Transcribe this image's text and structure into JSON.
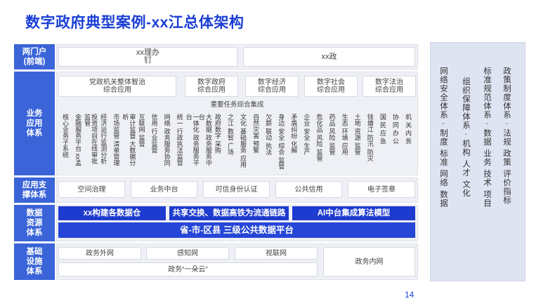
{
  "title": "数字政府典型案例-xx江总体架构",
  "categories": {
    "portal": "两门户\n(前端)",
    "apps": "业务\n应用\n体系",
    "support": "应用支\n撑体系",
    "data": "数据\n资源\n体系",
    "infra": "基础\n设施\n体系"
  },
  "portal": {
    "left": "xx理办\n钉",
    "right": "xx政"
  },
  "apps": {
    "top": [
      "党政机关整体智治\n综合应用",
      "数字政府\n综合应用",
      "数字经济\n综合应用",
      "数字社会\n综合应用",
      "数字法治\n综合应用"
    ],
    "subtitle": "重要任务综合集成",
    "columns": [
      "核心业务子系统",
      "金融服务平台 xx孟",
      "投资项目在线审批监管",
      "经济运行监测分析",
      "市场监管 清单管理",
      "审计监督 大数据分析",
      "互联网 监管",
      "信用 行业监管",
      "网络 政务服务协同",
      "统一 行政执法监管",
      "一体化 政务服务平台",
      "大数据 政务服务中台",
      "政府数字 采购",
      "之江 数智 广场",
      "文化 基础服务 应用",
      "自然灾害 预警",
      "欠薪 联动 执法",
      "身边 安全 综合 监管",
      "矛盾纠纷 化解",
      "企业 安全 生产",
      "危化品 风险 监管",
      "药品 风险 监管",
      "生态 环境 应用",
      "土地 资源 监管",
      "钱塘江 防汛 防灾",
      "国 民 应 急",
      "协 同 办 公",
      "机 关 内 务"
    ]
  },
  "support": [
    "空间治理",
    "业务中台",
    "可信身份认证",
    "公共信用",
    "电子签章"
  ],
  "data": {
    "row1": [
      "xx构建各数据仓",
      "共享交换、数据高铁为流通链路",
      "AI中台集成算法模型"
    ],
    "platform": "省-市-区县 三级公共数据平台"
  },
  "infra": {
    "items": [
      "政务外网",
      "感知网",
      "视联网"
    ],
    "cloud": "政务“一朵云”",
    "intranet": "政务内网"
  },
  "right_panel": [
    "政策制度体系 · 法规 政策 评价指标",
    "标准规范体系 · 数据 业务 技术 项目",
    "组织保障体系 · 机构 人才 文化",
    "网络安全体系 · 制度 标准 网络 数据"
  ],
  "page_number": "14"
}
